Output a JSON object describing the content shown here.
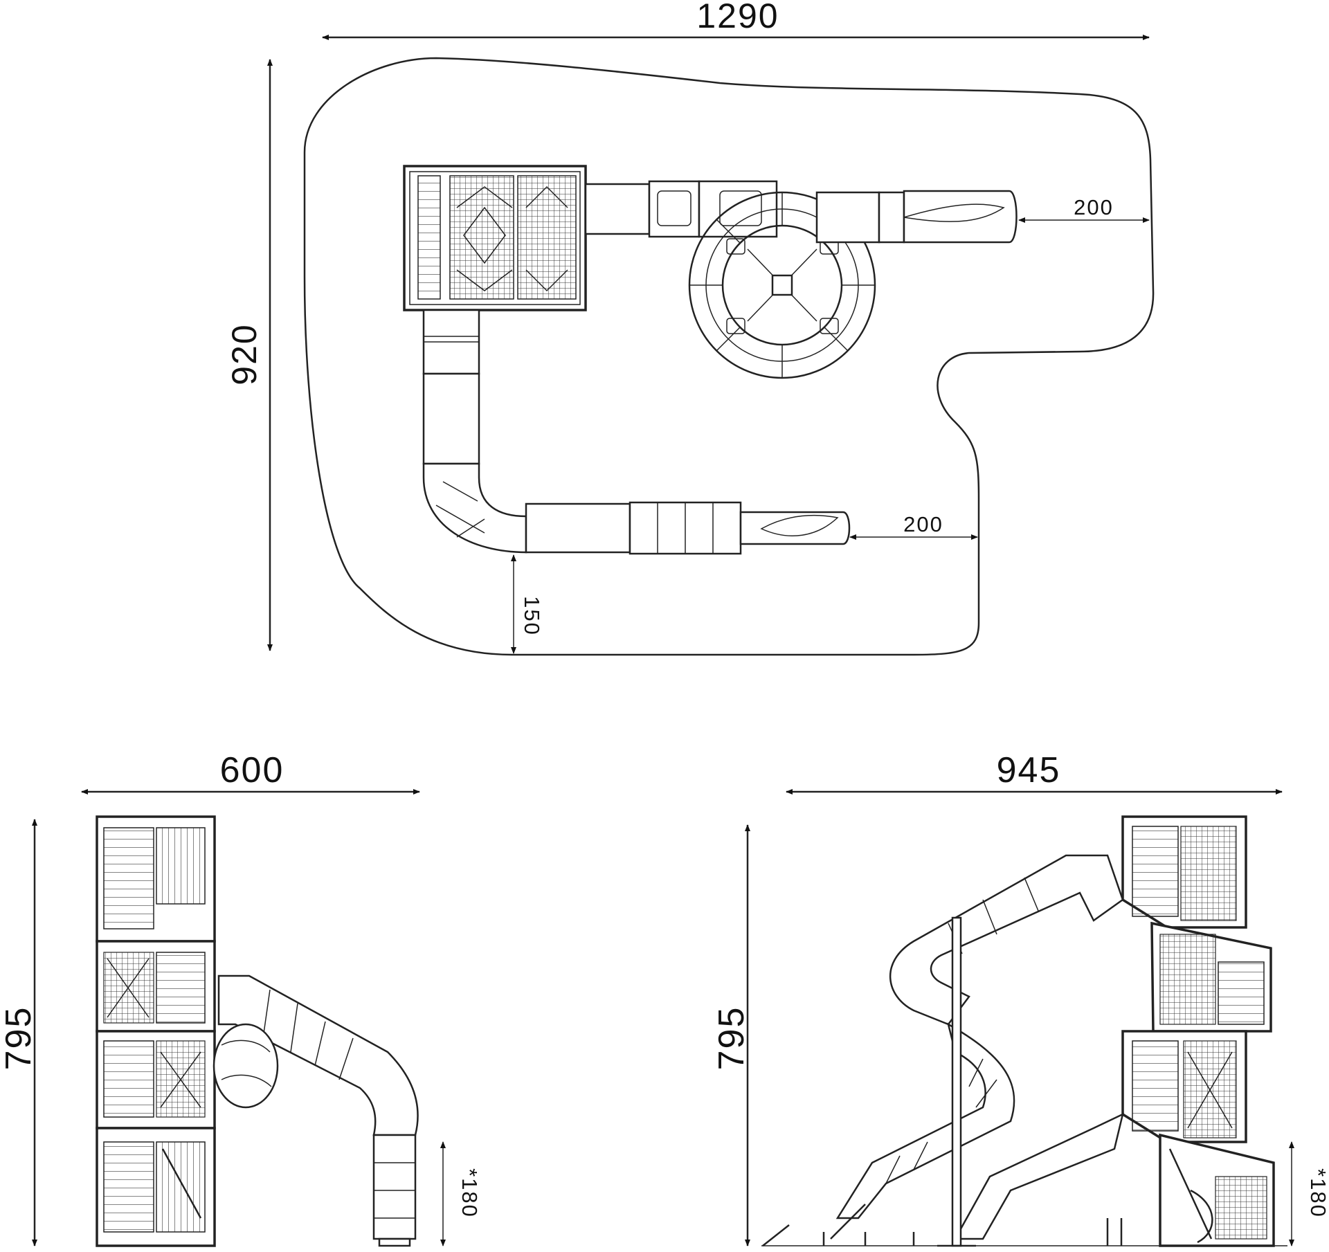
{
  "plan_view": {
    "width_label": "1290",
    "depth_label": "920",
    "clearance_right_upper": "200",
    "clearance_right_lower": "200",
    "clearance_bottom": "150"
  },
  "side_view_left": {
    "width_label": "600",
    "height_label": "795",
    "slide_exit_height": "*180"
  },
  "side_view_right": {
    "width_label": "945",
    "height_label": "795",
    "slide_exit_height": "*180"
  }
}
